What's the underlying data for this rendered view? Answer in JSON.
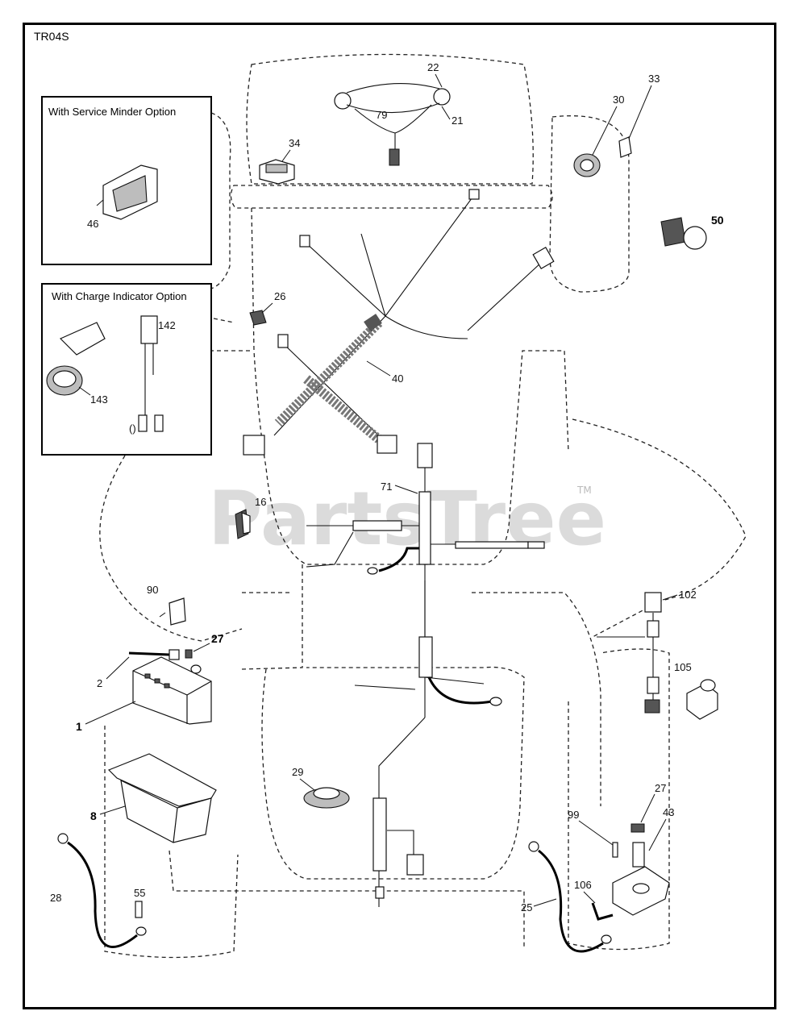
{
  "diagram": {
    "code": "TR04S",
    "watermark": "PartsTree",
    "trademark": "TM",
    "option_boxes": [
      {
        "title": "With Service Minder Option",
        "labels": [
          "46"
        ]
      },
      {
        "title": "With Charge Indicator Option",
        "labels": [
          "142",
          "143"
        ]
      }
    ],
    "part_labels": [
      "22",
      "79",
      "21",
      "34",
      "33",
      "30",
      "50",
      "26",
      "40",
      "16",
      "71",
      "90",
      "27",
      "2",
      "1",
      "102",
      "105",
      "29",
      "8",
      "27",
      "99",
      "43",
      "28",
      "55",
      "106",
      "25"
    ]
  }
}
